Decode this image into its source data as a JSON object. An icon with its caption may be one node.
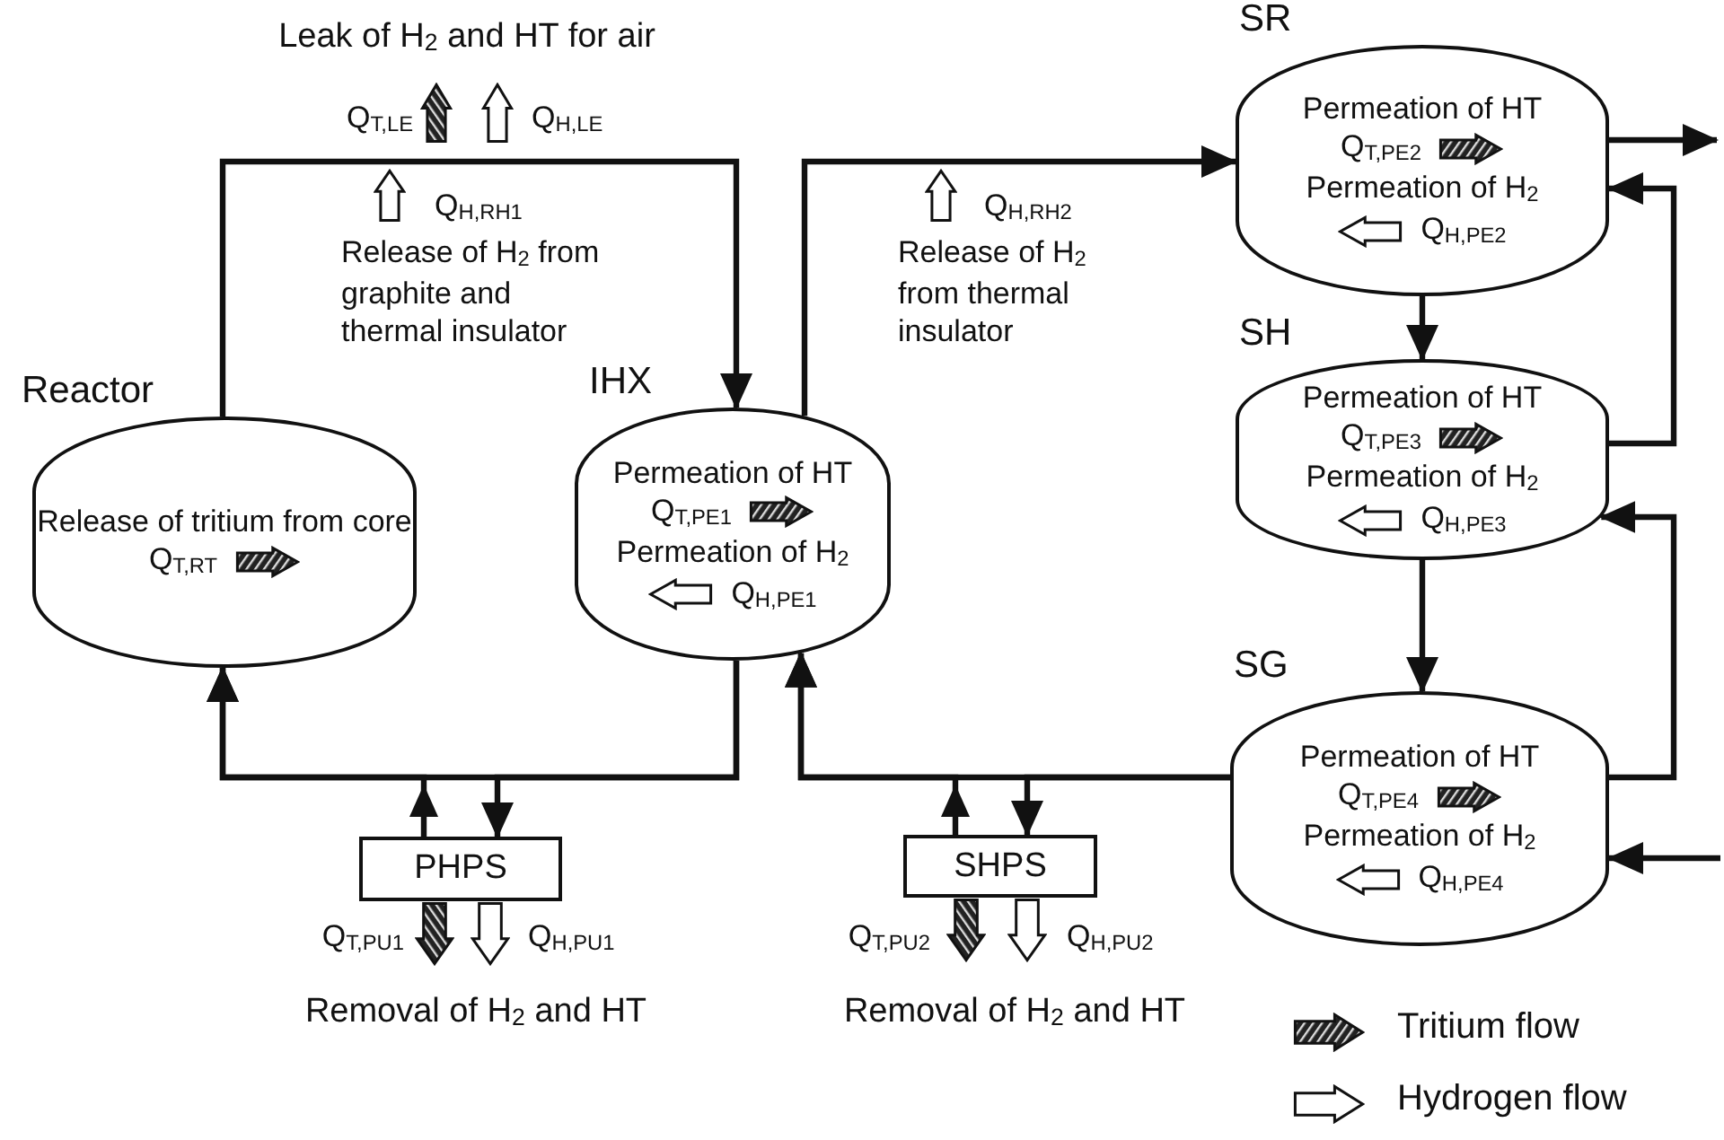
{
  "diagram": {
    "nodes": [
      {
        "text": [
          "Reactor",
          "Release of tritium from core",
          "Q$_{T,RT}$"
        ]
      },
      {
        "text": [
          "IHX",
          "Permeation of HT",
          "Q$_{T,PE1}$",
          "Permeation of H$_{2}$",
          "Q$_{H,PE1}$"
        ]
      },
      {
        "text": [
          "SR",
          "Permeation of HT",
          "Q$_{T,PE2}$",
          "Permeation of H$_{2}$",
          "Q$_{H,PE2}$"
        ]
      },
      {
        "text": [
          "SH",
          "Permeation of HT",
          "Q$_{T,PE3}$",
          "Permeation of H$_{2}$",
          "Q$_{H,PE3}$"
        ]
      },
      {
        "text": [
          "SG",
          "Permeation of HT",
          "Q$_{T,PE4}$",
          "Permeation of H$_{2}$",
          "Q$_{H,PE4}$"
        ]
      },
      {
        "text": [
          "PHPS"
        ],
        "beside": [
          "Q$_{T,PU1}$",
          "Q$_{H,PU1}$",
          "Removal of H$_{2}$ and HT"
        ]
      },
      {
        "text": [
          "SHPS"
        ],
        "beside": [
          "Q$_{T,PU2}$",
          "Q$_{H,PU2}$",
          "Removal of H$_{2}$ and HT"
        ]
      }
    ],
    "edges": [
      {
        "from": 0,
        "to": 1,
        "arrow": "to"
      },
      {
        "from": 1,
        "to": 2,
        "arrow": "to"
      },
      {
        "from": 2,
        "to": null,
        "arrow": "to"
      },
      {
        "from": 2,
        "to": 3,
        "arrow": "to"
      },
      {
        "from": 3,
        "to": 2,
        "arrow": "to"
      },
      {
        "from": 3,
        "to": 4,
        "arrow": "to"
      },
      {
        "from": 4,
        "to": 3,
        "arrow": "to"
      },
      {
        "from": null,
        "to": 4,
        "arrow": "to"
      },
      {
        "from": 1,
        "to": 0,
        "arrow": "to"
      },
      {
        "from": 1,
        "to": 5,
        "arrow": "to"
      },
      {
        "from": 5,
        "to": 0,
        "arrow": "to"
      },
      {
        "from": 4,
        "to": 1,
        "arrow": "to"
      },
      {
        "from": 4,
        "to": 6,
        "arrow": "to"
      },
      {
        "from": 6,
        "to": 1,
        "arrow": "to"
      }
    ],
    "labels": [
      "Leak of H$_{2}$ and HT for air",
      "Q$_{T,LE}$",
      "Q$_{H,LE}$",
      "Q$_{H,RH1}$",
      "Release of H$_{2}$ from graphite and thermal insulator",
      "Q$_{H,RH2}$",
      "Release of H$_{2}$ from thermal insulator"
    ],
    "legend": [
      {
        "text": "Tritium flow"
      },
      {
        "text": "Hydrogen flow"
      }
    ]
  }
}
